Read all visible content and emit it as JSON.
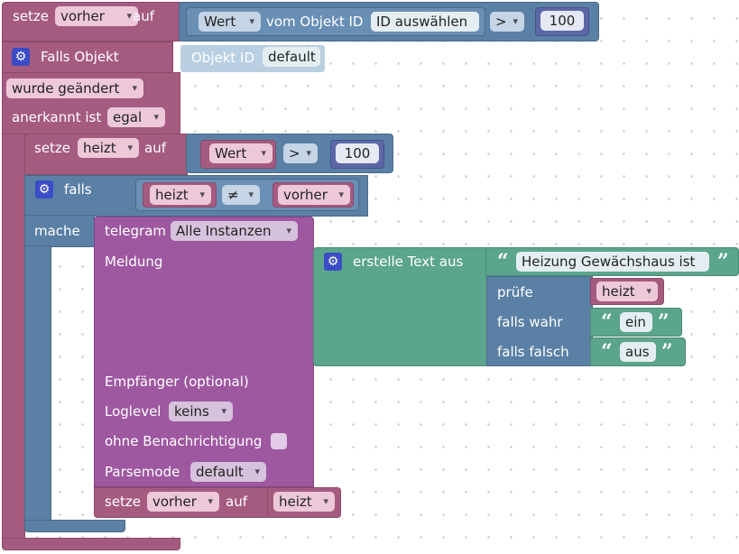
{
  "blocks": {
    "set_before": {
      "set": "setze",
      "var": "vorher",
      "to": "auf"
    },
    "value_of": {
      "field": "Wert",
      "of_object": "vom Objekt ID",
      "select": "ID auswählen",
      "op": ">",
      "num": "100"
    },
    "trigger": {
      "title": "Falls Objekt",
      "object_id": "Objekt ID",
      "object_default": "default",
      "changed": "wurde geändert",
      "ack_label": "anerkannt ist",
      "ack_value": "egal"
    },
    "set_heizt": {
      "set": "setze",
      "var": "heizt",
      "to": "auf",
      "field": "Wert",
      "op": ">",
      "num": "100"
    },
    "if": {
      "label": "falls",
      "left": "heizt",
      "op": "≠",
      "right": "vorher",
      "do": "mache"
    },
    "telegram": {
      "label": "telegram",
      "instance": "Alle Instanzen",
      "message": "Meldung",
      "recipient": "Empfänger (optional)",
      "loglevel": "Loglevel",
      "loglevel_value": "keins",
      "silent": "ohne Benachrichtigung",
      "parsemode": "Parsemode",
      "parsemode_value": "default"
    },
    "text_create": {
      "label": "erstelle Text aus",
      "text": "Heizung Gewächshaus ist"
    },
    "ternary": {
      "test": "prüfe",
      "test_var": "heizt",
      "if_true": "falls wahr",
      "true_text": "ein",
      "if_false": "falls falsch",
      "false_text": "aus"
    },
    "set_after": {
      "set": "setze",
      "var": "vorher",
      "to": "auf",
      "value_var": "heizt"
    }
  },
  "icons": {
    "gear": "gear-icon",
    "quote_open": "quote-open-icon",
    "quote_close": "quote-close-icon"
  },
  "colors": {
    "variables": "#a55b80",
    "logic": "#5b80a5",
    "text": "#5ba58c",
    "telegram": "#9e58a0",
    "math": "#5c68a6"
  }
}
